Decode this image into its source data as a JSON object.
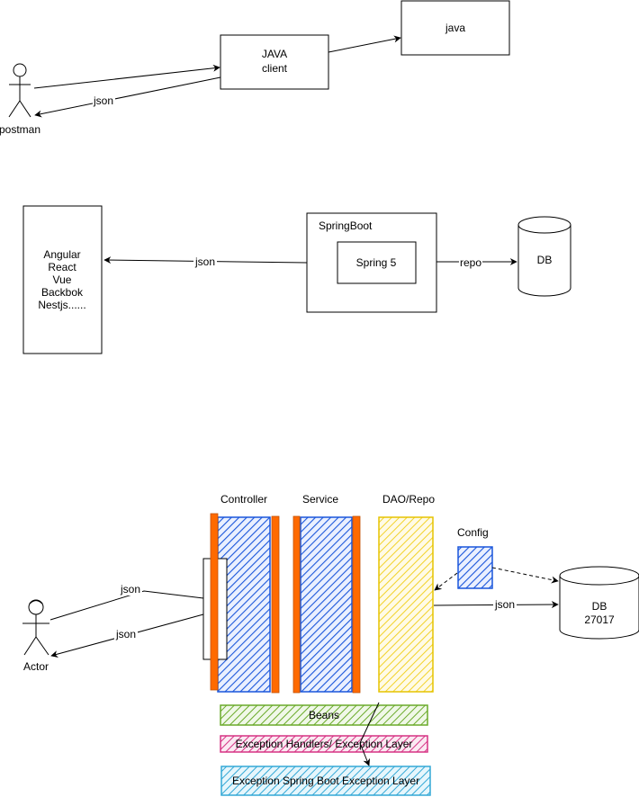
{
  "section1": {
    "actor_label": "postman",
    "client_line1": "JAVA",
    "client_line2": "client",
    "java_label": "java",
    "json_label": "json"
  },
  "section2": {
    "frontend_lines": [
      "Angular",
      "React",
      "Vue",
      "Backbok",
      "Nestjs......"
    ],
    "springboot_label": "SpringBoot",
    "spring5_label": "Spring 5",
    "db_label": "DB",
    "json_label": "json",
    "repo_label": "repo"
  },
  "section3": {
    "controller_label": "Controller",
    "service_label": "Service",
    "dao_label": "DAO/Repo",
    "config_label": "Config",
    "db_line1": "DB",
    "db_line2": "27017",
    "actor_label": "Actor",
    "json_in_label": "json",
    "json_out_label": "json",
    "json_db_label": "json",
    "beans_label": "Beans",
    "exception_handler_label": "Exception Handlers/ Exception Layer",
    "exception_springboot_label": "Exception Spring Boot Exception Layer"
  },
  "colors": {
    "controller_fill": "#1a56db",
    "orange_bar": "#ff6a00",
    "dao_fill": "#f2d22a",
    "config_fill": "#1a56db",
    "beans_fill": "#6aaa2a",
    "exception_handler_fill": "#d63384",
    "exception_springboot_fill": "#33a8d6"
  }
}
